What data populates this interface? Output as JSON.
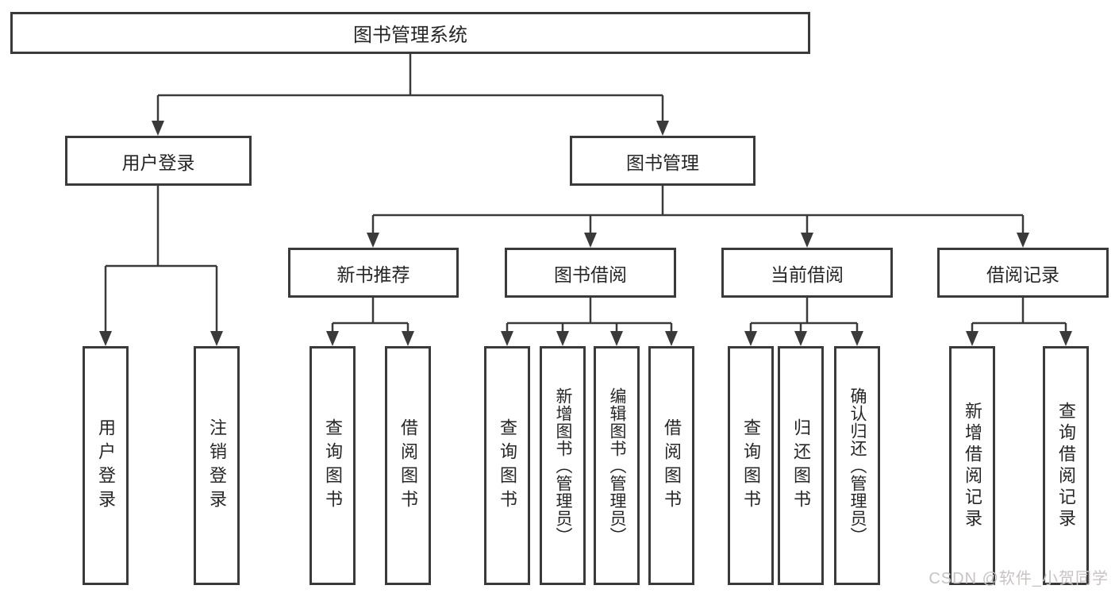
{
  "diagram": {
    "type": "hierarchy-tree",
    "colors": {
      "page-bg": "#ffffff",
      "box-bg": "#ffffff",
      "line-color": "#3a3a3a",
      "text-color": "#262626",
      "watermark-color": "#c8c3c3"
    },
    "root": {
      "label": "图书管理系统"
    },
    "level2": [
      {
        "id": "user-login",
        "label": "用户登录"
      },
      {
        "id": "book-mgmt",
        "label": "图书管理"
      }
    ],
    "level3": [
      {
        "id": "new-book-recommend",
        "label": "新书推荐",
        "parent": "book-mgmt"
      },
      {
        "id": "book-borrow",
        "label": "图书借阅",
        "parent": "book-mgmt"
      },
      {
        "id": "current-borrow",
        "label": "当前借阅",
        "parent": "book-mgmt"
      },
      {
        "id": "borrow-records",
        "label": "借阅记录",
        "parent": "book-mgmt"
      }
    ],
    "leaves": [
      {
        "label": "用户登录",
        "parent": "user-login"
      },
      {
        "label": "注销登录",
        "parent": "user-login"
      },
      {
        "label": "查询图书",
        "parent": "new-book-recommend"
      },
      {
        "label": "借阅图书",
        "parent": "new-book-recommend"
      },
      {
        "label": "查询图书",
        "parent": "book-borrow"
      },
      {
        "label": "新增图书（管理员）",
        "parent": "book-borrow"
      },
      {
        "label": "编辑图书（管理员）",
        "parent": "book-borrow"
      },
      {
        "label": "借阅图书",
        "parent": "book-borrow"
      },
      {
        "label": "查询图书",
        "parent": "current-borrow"
      },
      {
        "label": "归还图书",
        "parent": "current-borrow"
      },
      {
        "label": "确认归还（管理员）",
        "parent": "current-borrow"
      },
      {
        "label": "新增借阅记录",
        "parent": "borrow-records"
      },
      {
        "label": "查询借阅记录",
        "parent": "borrow-records"
      }
    ],
    "watermark": "CSDN @软件_小贺同学"
  }
}
